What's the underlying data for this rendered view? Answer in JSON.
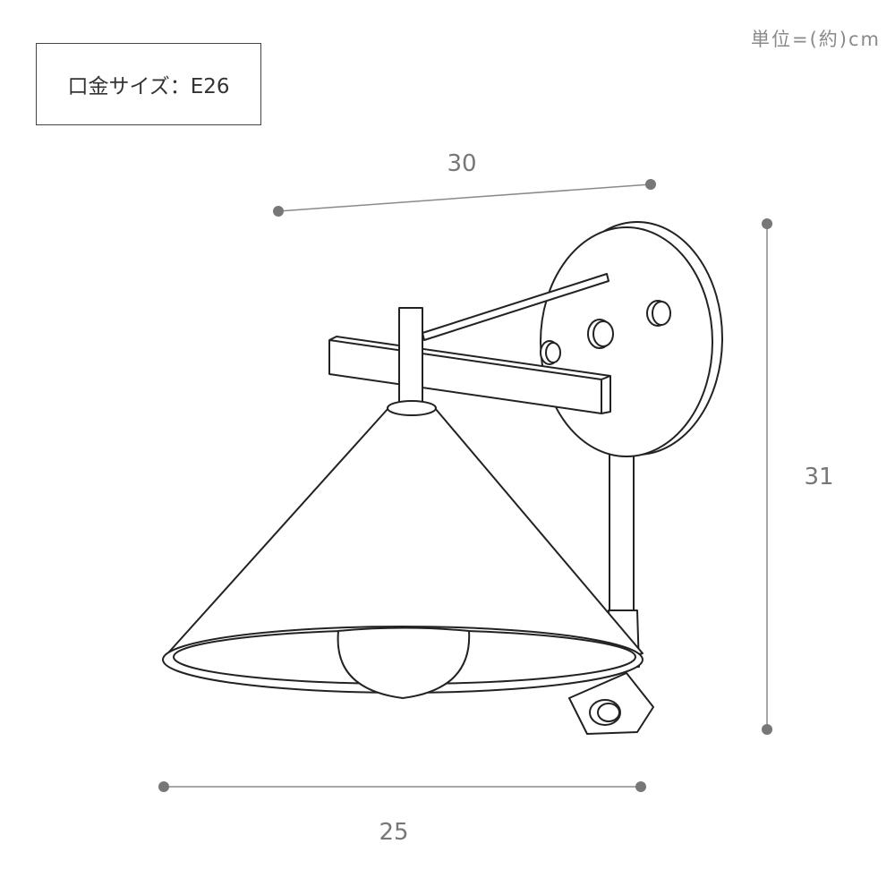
{
  "unit_label": "単位=(約)cm",
  "socket_label": "口金サイズ：E26",
  "dimensions": {
    "depth": "30",
    "height": "31",
    "width": "25"
  },
  "colors": {
    "dimension_line": "#7a7a7a",
    "drawing_stroke": "#222222"
  }
}
